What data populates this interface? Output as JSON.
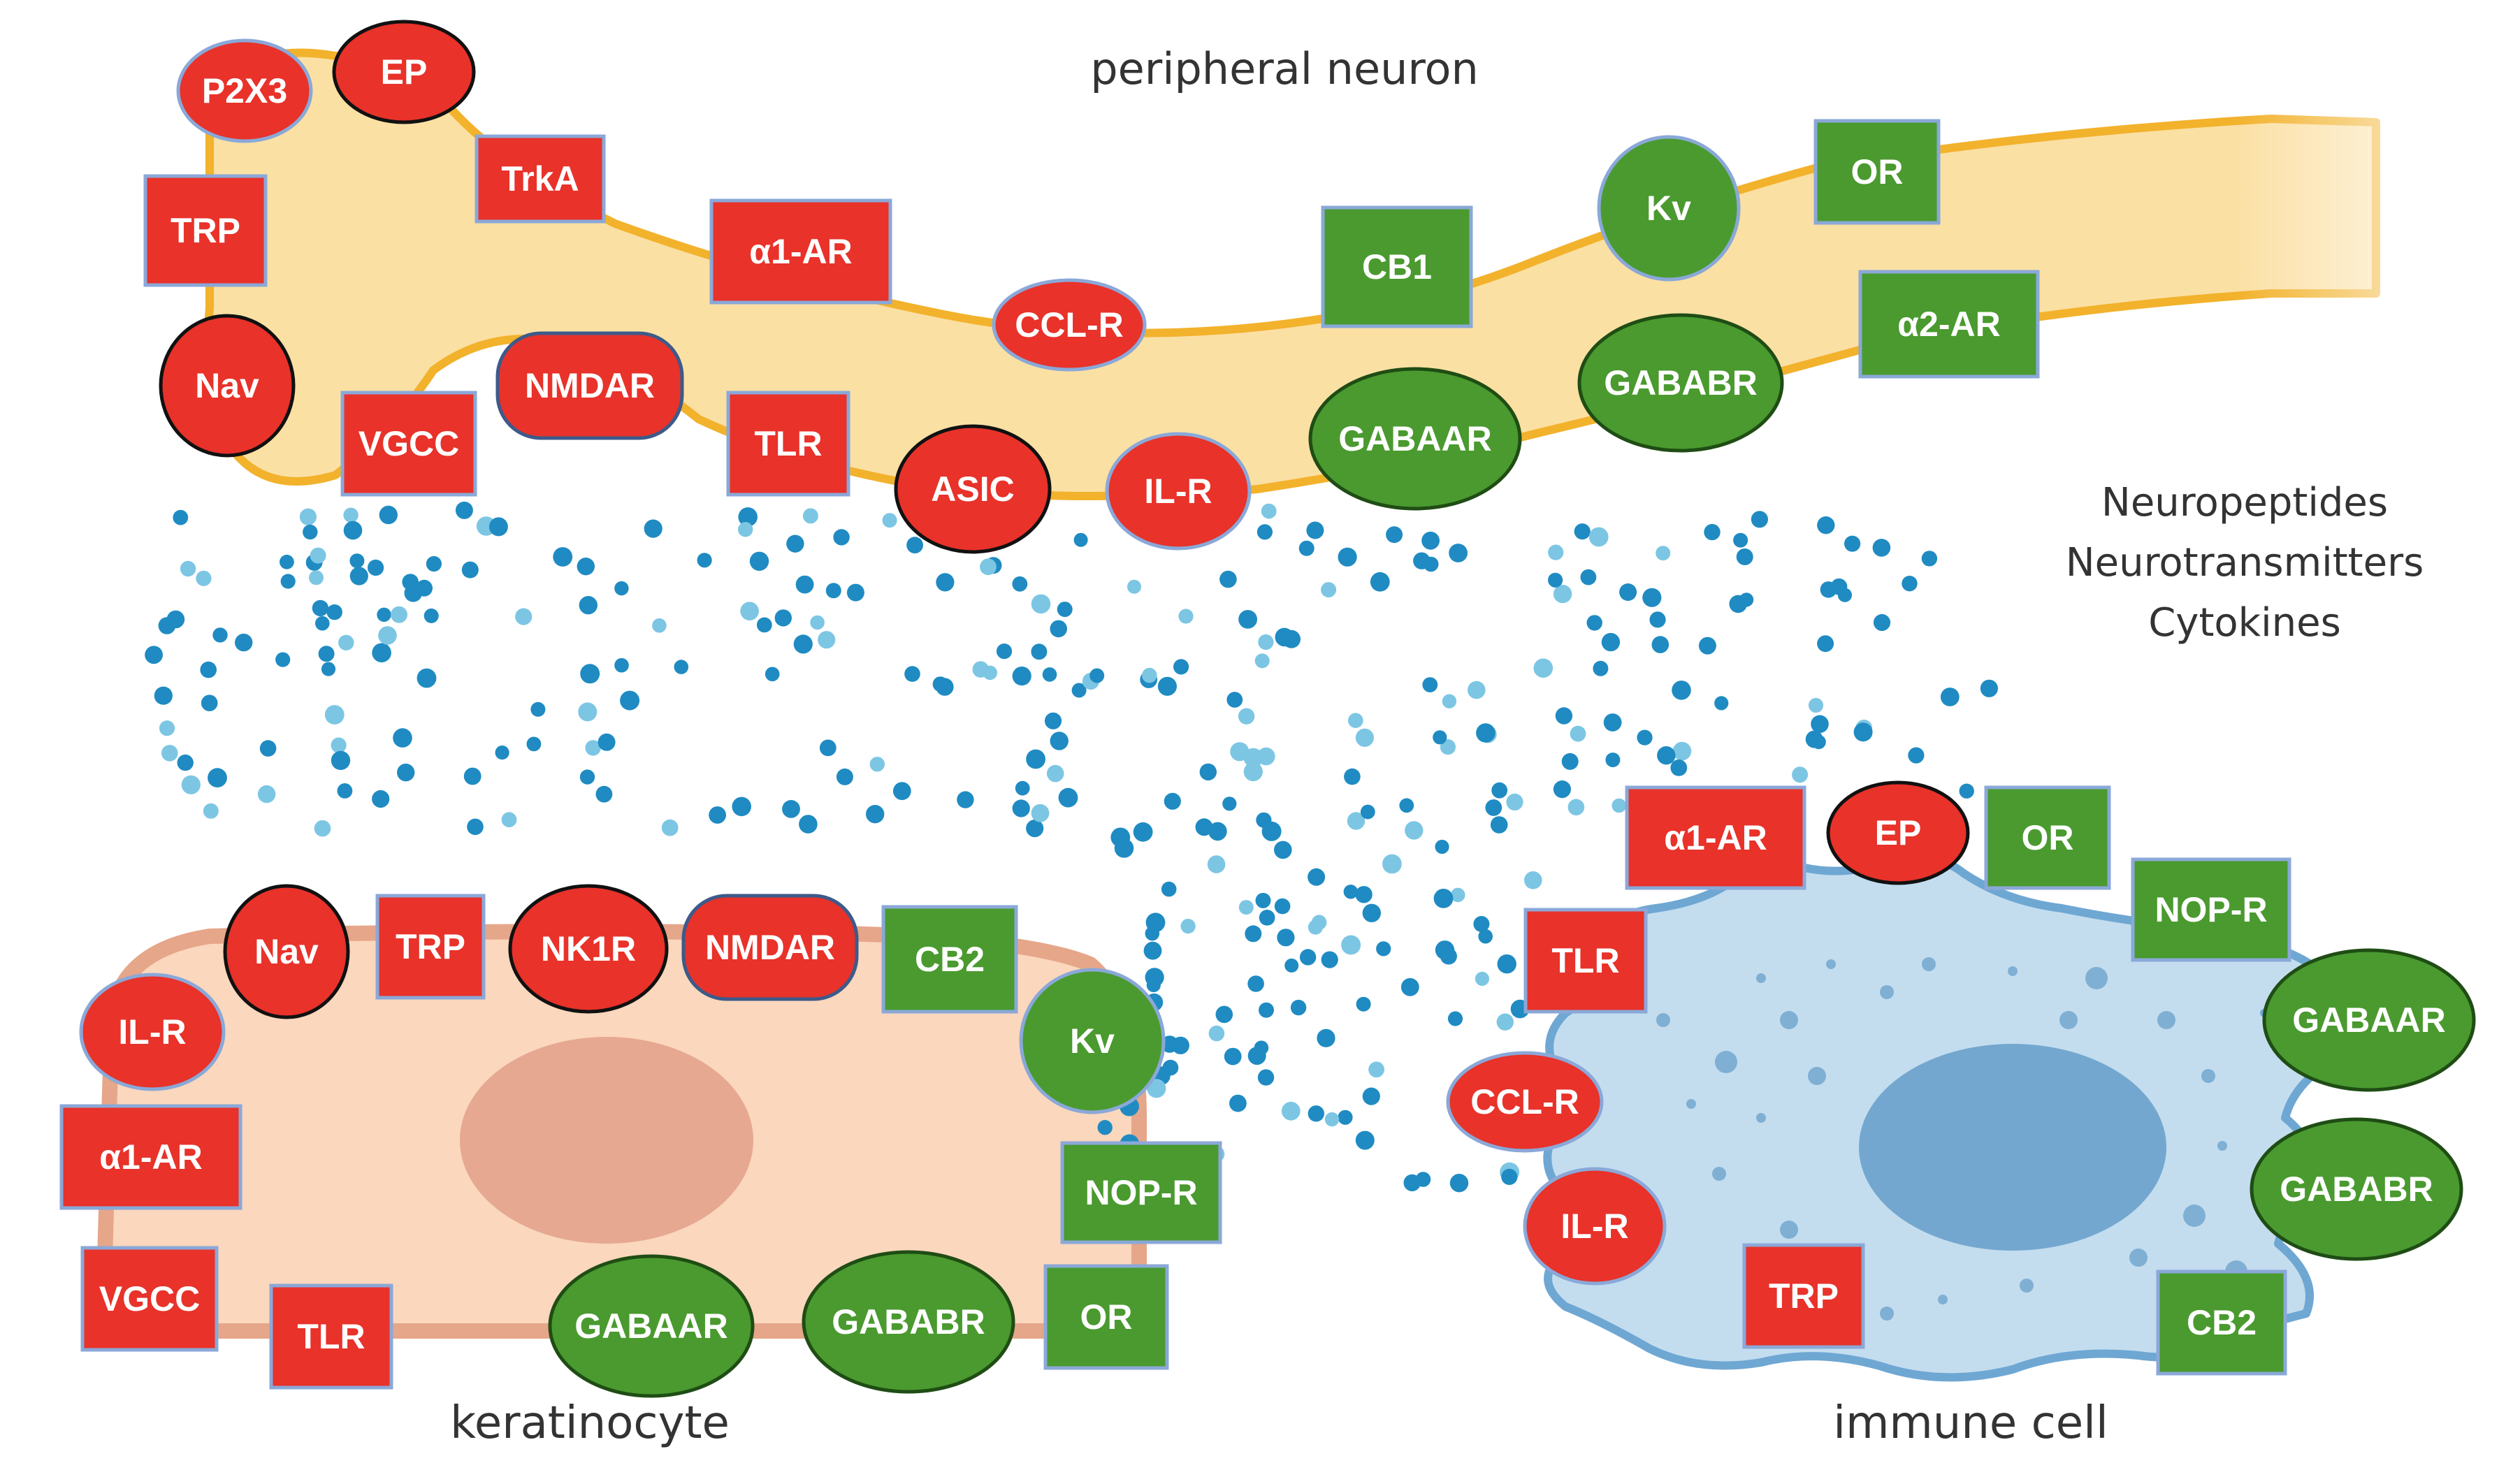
{
  "captions": {
    "neuron": "peripheral neuron",
    "keratinocyte": "keratinocyte",
    "immune": "immune cell",
    "mediators": [
      "Neuropeptides",
      "Neurotransmitters",
      "Cytokines"
    ]
  },
  "colors": {
    "pronociceptive": "#e8322a",
    "antinociceptive": "#4a9a2f",
    "neuron_fill": "#fbe0a4",
    "neuron_border": "#f2b22c",
    "keratinocyte_fill": "#fad7bd",
    "keratinocyte_border": "#e6a68a",
    "keratinocyte_nucleus": "#e6a890",
    "immune_fill": "#c3ddef",
    "immune_border": "#6fa7d3",
    "immune_nucleus": "#74a7cf",
    "dot_dark": "#1f8bc2",
    "dot_light": "#7cc6e4"
  },
  "receptors": {
    "neuron": [
      {
        "label": "P2X3",
        "shape": "ellipse",
        "color": "red"
      },
      {
        "label": "EP",
        "shape": "ellipse",
        "color": "red"
      },
      {
        "label": "TRP",
        "shape": "rect",
        "color": "red"
      },
      {
        "label": "TrkA",
        "shape": "rect",
        "color": "red"
      },
      {
        "label": "α1-AR",
        "shape": "rect",
        "color": "red"
      },
      {
        "label": "CCL-R",
        "shape": "ellipse",
        "color": "red"
      },
      {
        "label": "Nav",
        "shape": "ellipse",
        "color": "red"
      },
      {
        "label": "VGCC",
        "shape": "rect",
        "color": "red"
      },
      {
        "label": "NMDAR",
        "shape": "ellipse",
        "color": "red"
      },
      {
        "label": "TLR",
        "shape": "rect",
        "color": "red"
      },
      {
        "label": "ASIC",
        "shape": "ellipse",
        "color": "red"
      },
      {
        "label": "IL-R",
        "shape": "ellipse",
        "color": "red"
      },
      {
        "label": "CB1",
        "shape": "rect",
        "color": "green"
      },
      {
        "label": "Kv",
        "shape": "ellipse",
        "color": "green"
      },
      {
        "label": "OR",
        "shape": "rect",
        "color": "green"
      },
      {
        "label": "α2-AR",
        "shape": "rect",
        "color": "green"
      },
      {
        "label": "GABABR",
        "shape": "ellipse",
        "color": "green"
      },
      {
        "label": "GABAAR",
        "shape": "ellipse",
        "color": "green"
      }
    ],
    "keratinocyte": [
      {
        "label": "Nav",
        "shape": "ellipse",
        "color": "red"
      },
      {
        "label": "TRP",
        "shape": "rect",
        "color": "red"
      },
      {
        "label": "NK1R",
        "shape": "ellipse",
        "color": "red"
      },
      {
        "label": "NMDAR",
        "shape": "ellipse",
        "color": "red"
      },
      {
        "label": "CB2",
        "shape": "rect",
        "color": "green"
      },
      {
        "label": "IL-R",
        "shape": "ellipse",
        "color": "red"
      },
      {
        "label": "Kv",
        "shape": "ellipse",
        "color": "green"
      },
      {
        "label": "α1-AR",
        "shape": "rect",
        "color": "red"
      },
      {
        "label": "NOP-R",
        "shape": "rect",
        "color": "green"
      },
      {
        "label": "VGCC",
        "shape": "rect",
        "color": "red"
      },
      {
        "label": "TLR",
        "shape": "rect",
        "color": "red"
      },
      {
        "label": "GABAAR",
        "shape": "ellipse",
        "color": "green"
      },
      {
        "label": "GABABR",
        "shape": "ellipse",
        "color": "green"
      },
      {
        "label": "OR",
        "shape": "rect",
        "color": "green"
      }
    ],
    "immune": [
      {
        "label": "α1-AR",
        "shape": "rect",
        "color": "red"
      },
      {
        "label": "EP",
        "shape": "ellipse",
        "color": "red"
      },
      {
        "label": "OR",
        "shape": "rect",
        "color": "green"
      },
      {
        "label": "NOP-R",
        "shape": "rect",
        "color": "green"
      },
      {
        "label": "TLR",
        "shape": "rect",
        "color": "red"
      },
      {
        "label": "GABAAR",
        "shape": "ellipse",
        "color": "green"
      },
      {
        "label": "CCL-R",
        "shape": "ellipse",
        "color": "red"
      },
      {
        "label": "GABABR",
        "shape": "ellipse",
        "color": "green"
      },
      {
        "label": "IL-R",
        "shape": "ellipse",
        "color": "red"
      },
      {
        "label": "TRP",
        "shape": "rect",
        "color": "red"
      },
      {
        "label": "CB2",
        "shape": "rect",
        "color": "green"
      }
    ]
  }
}
